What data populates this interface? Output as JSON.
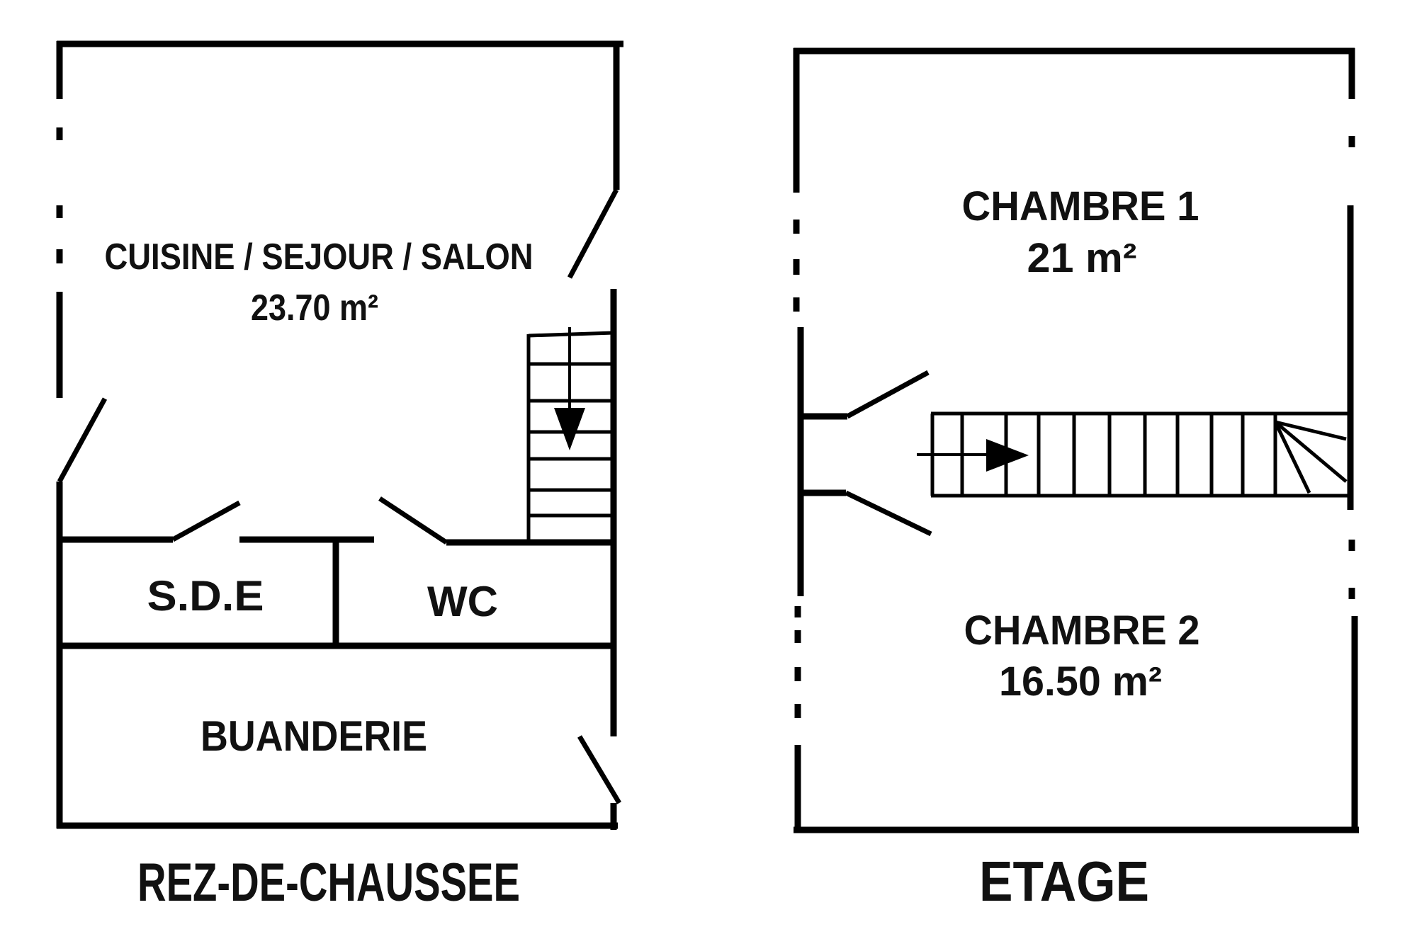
{
  "ground_floor": {
    "title": "REZ-DE-CHAUSSEE",
    "rooms": [
      {
        "name": "CUISINE / SEJOUR / SALON",
        "area": "23.70 m²"
      },
      {
        "name": "S.D.E"
      },
      {
        "name": "WC"
      },
      {
        "name": "BUANDERIE"
      }
    ]
  },
  "upper_floor": {
    "title": "ETAGE",
    "rooms": [
      {
        "name": "CHAMBRE 1",
        "area": "21 m²"
      },
      {
        "name": "CHAMBRE 2",
        "area": "16.50 m²"
      }
    ]
  },
  "colors": {
    "ink": "#000000",
    "background": "#ffffff"
  }
}
